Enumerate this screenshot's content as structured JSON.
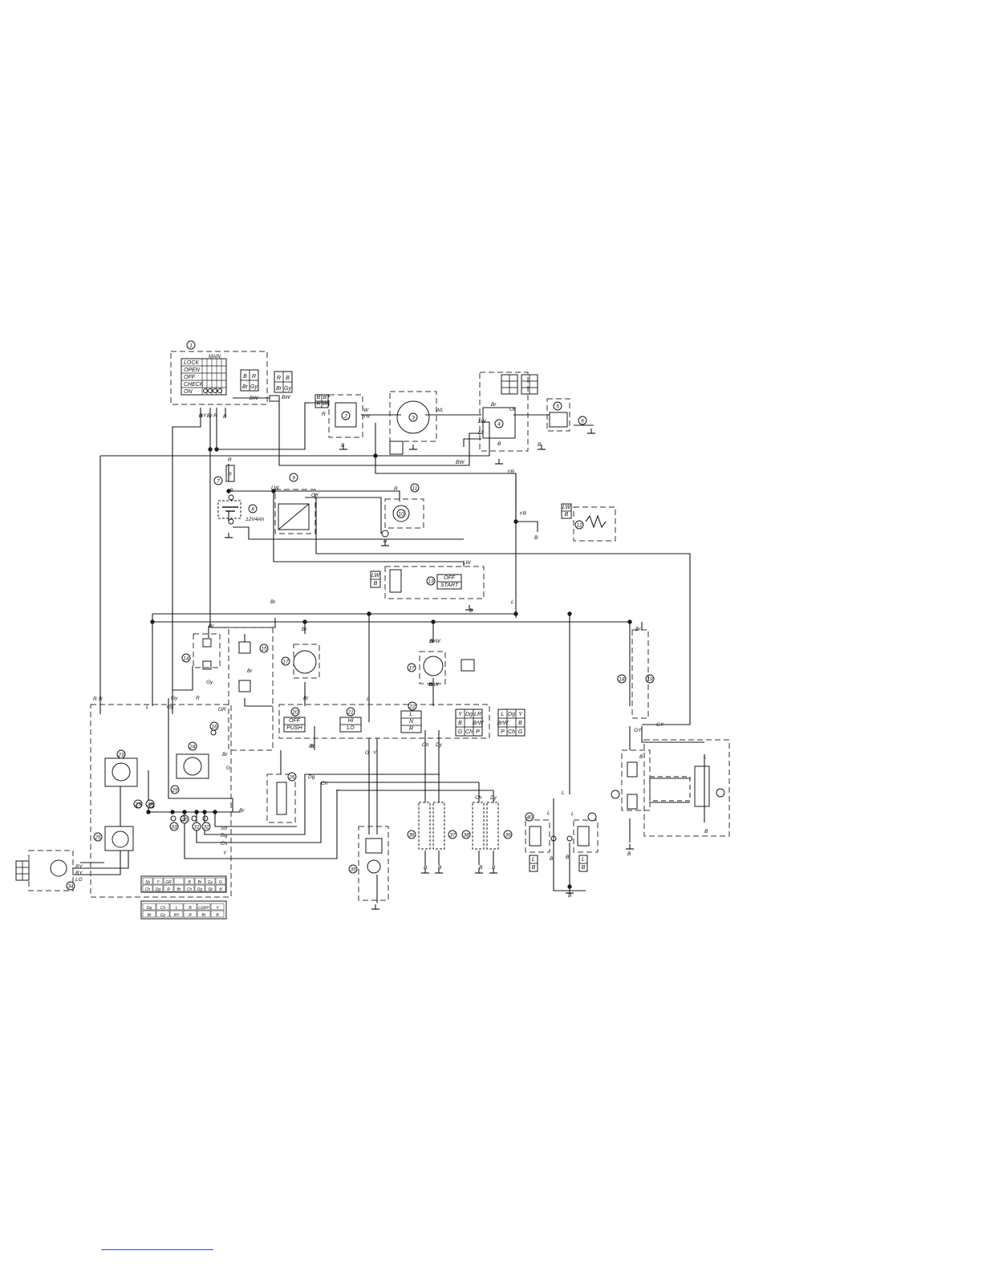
{
  "colors": {
    "line": "#1a1a1a",
    "dash": "#333333",
    "paper": "#ffffff",
    "footer_rule": "#3b4fc4"
  },
  "switch_table": {
    "header": "MAIN",
    "rows": [
      "LOCK",
      "OPEN",
      "OFF",
      "CHECK",
      "ON"
    ]
  },
  "connector_main": {
    "cells": [
      "B",
      "R",
      "Br",
      "Gy"
    ]
  },
  "connector_main_mate": {
    "cells": [
      "R",
      "B",
      "Br",
      "Gy"
    ]
  },
  "start_switch": {
    "rows": [
      "OFF",
      "START"
    ]
  },
  "push_switch": {
    "rows": [
      "OFF",
      "PUSH"
    ]
  },
  "dimmer_switch": {
    "rows": [
      "HI",
      "LO"
    ]
  },
  "turn_switch": {
    "rows": [
      "L",
      "N",
      "R"
    ]
  },
  "turn_connector_a": {
    "cells": [
      "Y",
      "Dg",
      "LR",
      "B",
      "",
      "BrW",
      "G",
      "Ch",
      "P"
    ]
  },
  "turn_connector_b": {
    "cells": [
      "L",
      "Dg",
      "Y",
      "BrW",
      "",
      "B",
      "P",
      "Ch",
      "G"
    ]
  },
  "battery_label": "12V4Ah",
  "component_numbers": [
    "1",
    "2",
    "3",
    "4",
    "5",
    "6",
    "7",
    "8",
    "9",
    "10",
    "11",
    "12",
    "13",
    "14",
    "15",
    "16",
    "17",
    "17",
    "18",
    "19",
    "20",
    "21",
    "22",
    "23",
    "24",
    "25",
    "26",
    "27",
    "28",
    "29",
    "30",
    "31",
    "32",
    "33",
    "34",
    "35",
    "36",
    "37",
    "38",
    "39",
    "40"
  ],
  "wire_labels": [
    "GY",
    "Br",
    "R",
    "B",
    "BW",
    "BW",
    "R",
    "W",
    "YR",
    "WL",
    "Br",
    "Or",
    "LW",
    "LY",
    "BW",
    "B",
    "B",
    "B",
    "R",
    "R",
    "R",
    "LW",
    "GY",
    "R",
    "B",
    "YR",
    "YR",
    "B",
    "LW",
    "B",
    "L",
    "Br",
    "Br",
    "Br",
    "Gy",
    "Br",
    "B",
    "R",
    "GR",
    "Br",
    "G",
    "Dg",
    "Ch",
    "Y",
    "Br",
    "Sb",
    "Dg",
    "Ch",
    "Y",
    "R",
    "L",
    "Gy",
    "Gy",
    "R",
    "RY",
    "BY",
    "LG",
    "L",
    "B",
    "G",
    "Y",
    "Ch",
    "Dy",
    "Ch",
    "Dy",
    "B",
    "B",
    "B",
    "B",
    "BrW",
    "Br",
    "L",
    "L",
    "B",
    "B",
    "B",
    "L",
    "B",
    "B",
    "Br",
    "GY",
    "GY",
    "L",
    "B",
    "B",
    "BrW",
    "Br",
    "P",
    "B",
    "B"
  ],
  "connector_small_labels": [
    "B",
    "B",
    "R",
    "W",
    "LW",
    "B",
    "LW",
    "B",
    "GY",
    "LW",
    "B",
    "B",
    "WB",
    "B",
    "L",
    "B",
    "L",
    "B",
    "LW",
    "B",
    "BrW",
    "Br"
  ],
  "bottom_connector_a": [
    "Sb",
    "Y",
    "GR",
    "",
    "B",
    "Br",
    "Gy",
    "G",
    "Ch",
    "Dg",
    "R",
    "Br",
    "Ch",
    "Dg",
    "Sb",
    "B"
  ],
  "bottom_connector_b": [
    "Dg",
    "Ch",
    "L",
    "B",
    "LGRY",
    "Y",
    "Br",
    "Gy",
    "RY",
    "R",
    "Br",
    "B"
  ]
}
